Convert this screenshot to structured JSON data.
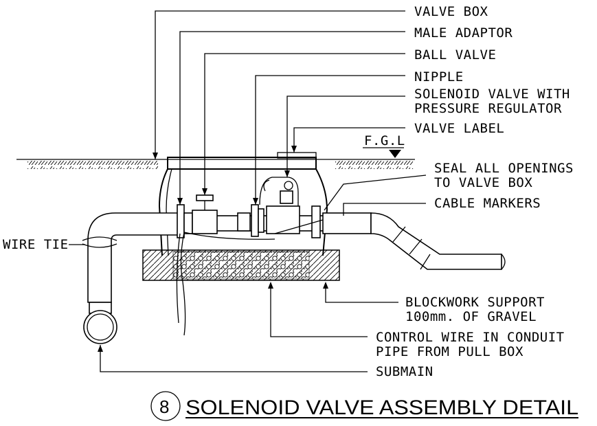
{
  "drawing": {
    "detail_number": "8",
    "title": "SOLENOID VALVE ASSEMBLY DETAIL",
    "grade_marker": "F.G.L",
    "labels": {
      "valve_box": "VALVE BOX",
      "male_adaptor": "MALE ADAPTOR",
      "ball_valve": "BALL VALVE",
      "nipple": "NIPPLE",
      "solenoid_line1": "SOLENOID VALVE WITH",
      "solenoid_line2": "PRESSURE REGULATOR",
      "valve_label": "VALVE LABEL",
      "seal_line1": "SEAL ALL OPENINGS",
      "seal_line2": "TO VALVE BOX",
      "cable_markers": "CABLE MARKERS",
      "wire_tie": "WIRE TIE",
      "blockwork_line1": "BLOCKWORK SUPPORT",
      "blockwork_line2": "100mm. OF GRAVEL",
      "control_line1": "CONTROL WIRE IN CONDUIT",
      "control_line2": "PIPE FROM PULL BOX",
      "submain": "SUBMAIN"
    }
  }
}
